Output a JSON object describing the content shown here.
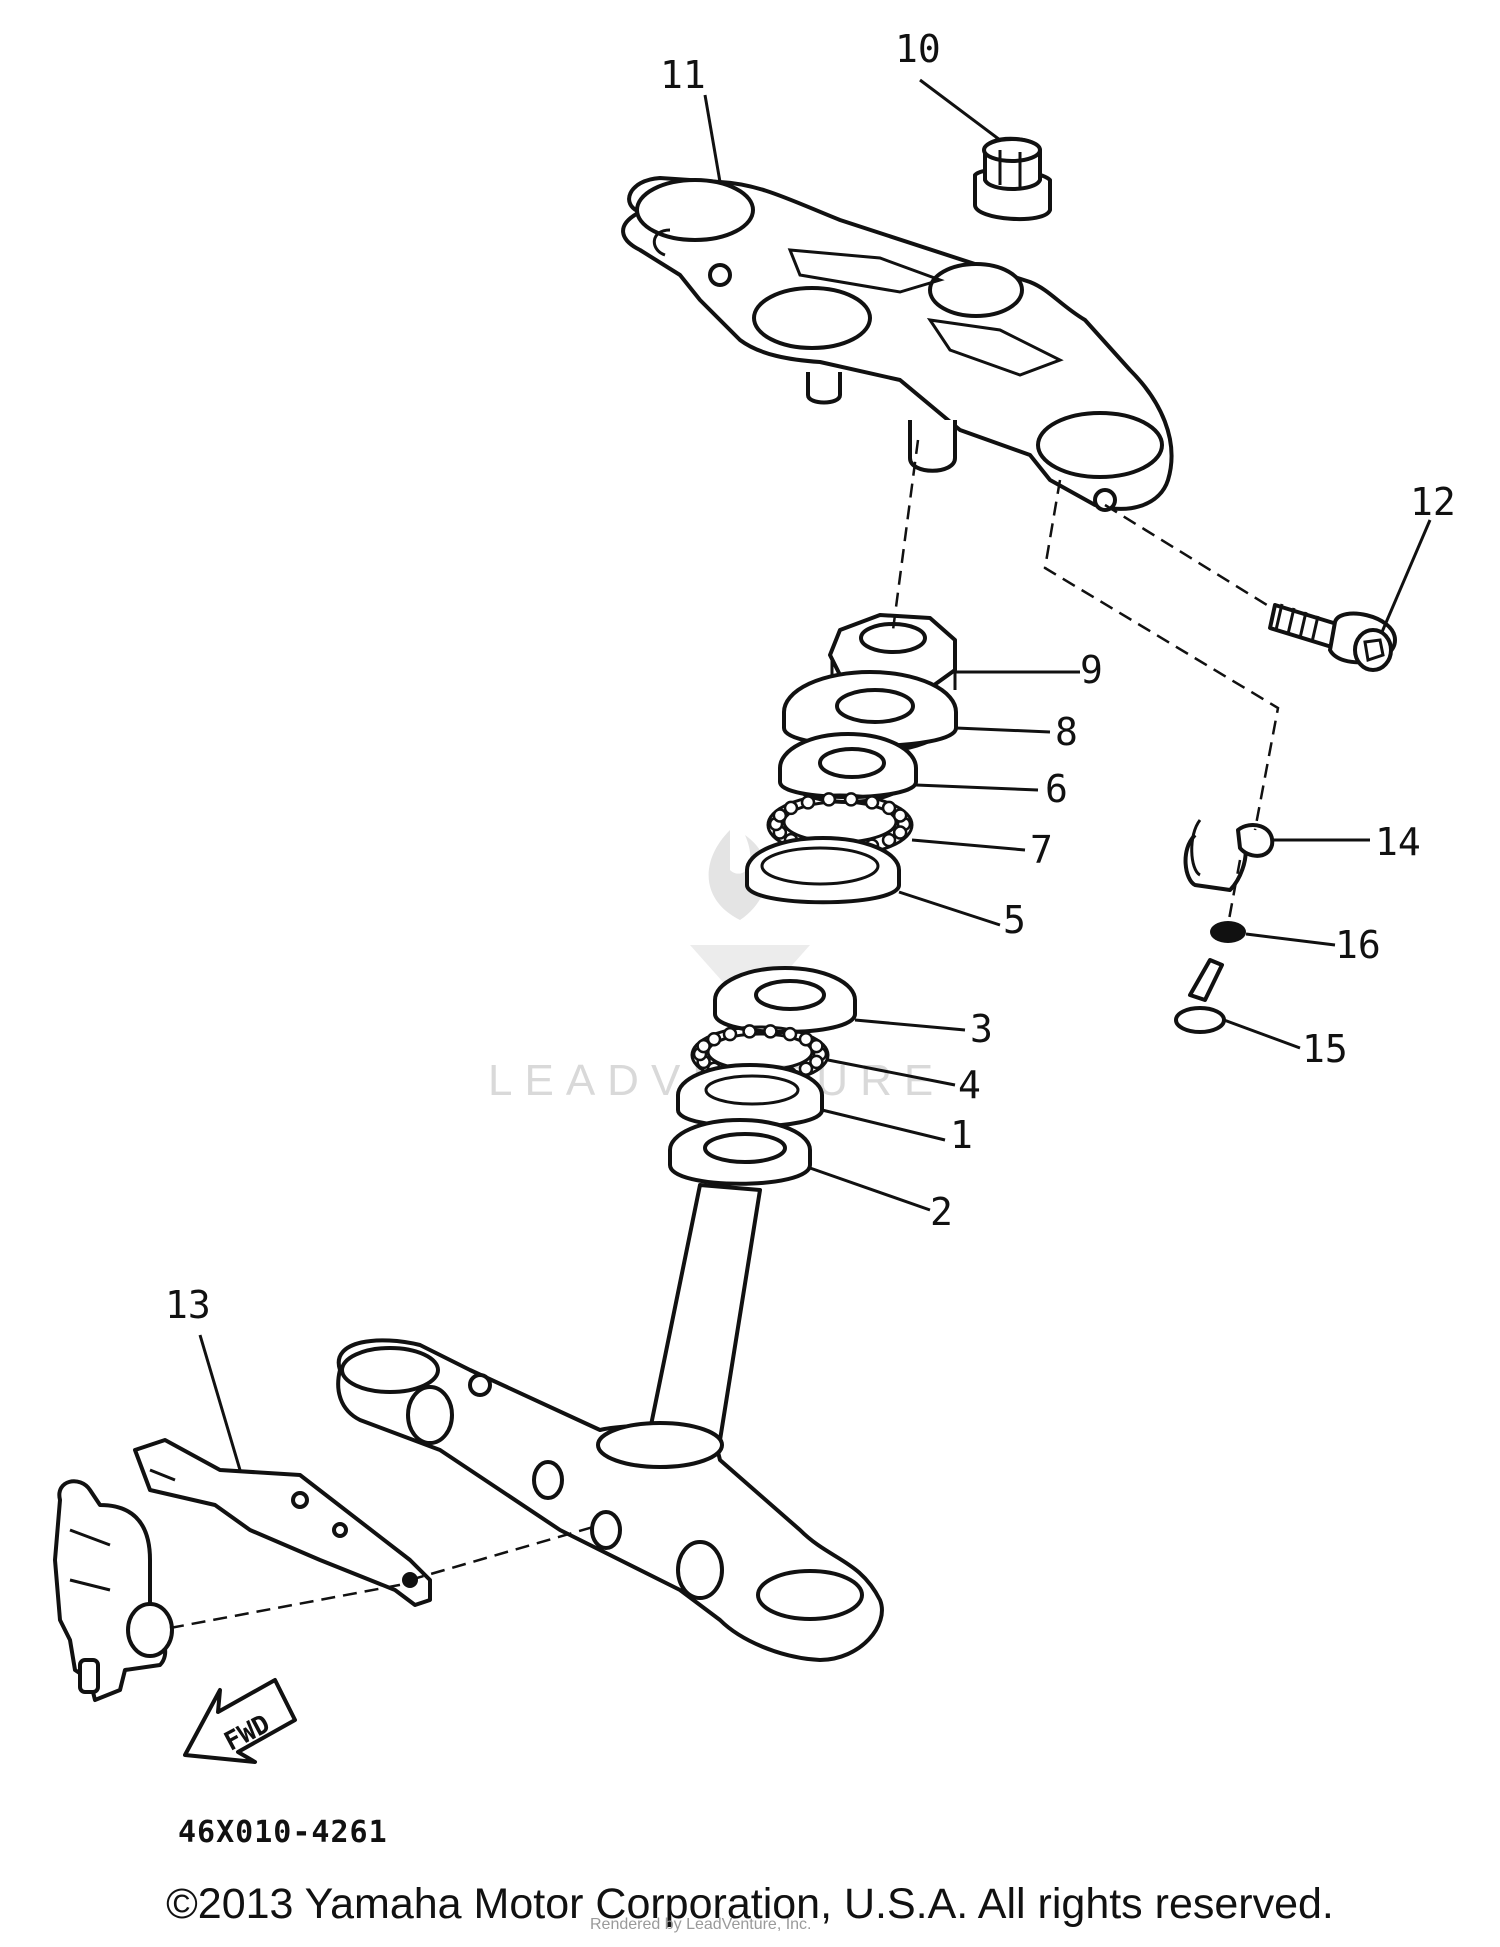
{
  "diagram": {
    "callouts": [
      {
        "id": "c1",
        "text": "1"
      },
      {
        "id": "c2",
        "text": "2"
      },
      {
        "id": "c3",
        "text": "3"
      },
      {
        "id": "c4",
        "text": "4"
      },
      {
        "id": "c5",
        "text": "5"
      },
      {
        "id": "c6",
        "text": "6"
      },
      {
        "id": "c7",
        "text": "7"
      },
      {
        "id": "c8",
        "text": "8"
      },
      {
        "id": "c9",
        "text": "9"
      },
      {
        "id": "c10",
        "text": "10"
      },
      {
        "id": "c11",
        "text": "11"
      },
      {
        "id": "c12",
        "text": "12"
      },
      {
        "id": "c13",
        "text": "13"
      },
      {
        "id": "c14",
        "text": "14"
      },
      {
        "id": "c15",
        "text": "15"
      },
      {
        "id": "c16",
        "text": "16"
      }
    ],
    "fwd_label": "FWD",
    "watermark": "LEADVENTURE",
    "ref_code": "46X010-4261"
  },
  "footer": {
    "copyright": "©2013 Yamaha Motor Corporation, U.S.A. All rights reserved.",
    "rendered_by": "Rendered by LeadVenture, Inc."
  }
}
